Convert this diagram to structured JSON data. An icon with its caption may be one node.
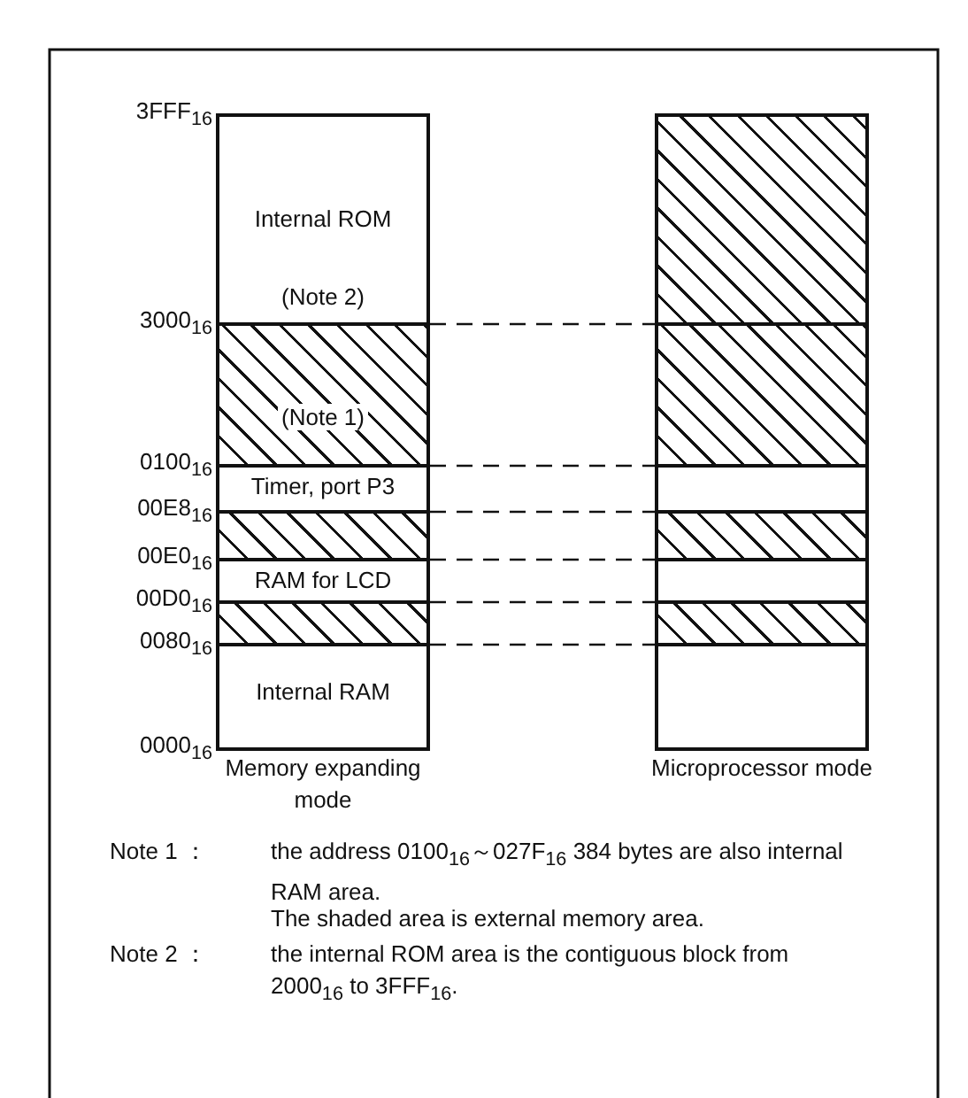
{
  "diagram": {
    "nodes": [
      {
        "text": [
          "Internal ROM",
          "(Note 2)"
        ]
      },
      {
        "text": [
          "(Note 1)"
        ]
      },
      {
        "text": [
          "Timer, port P3"
        ]
      },
      {
        "text": [],
        "shape": "box"
      },
      {
        "text": [
          "RAM for LCD"
        ]
      },
      {
        "text": [],
        "shape": "box"
      },
      {
        "text": [
          "Internal RAM"
        ],
        "beside": [
          "Memory expanding mode"
        ]
      },
      {
        "text": [],
        "shape": "box"
      },
      {
        "text": [],
        "shape": "box"
      },
      {
        "text": [],
        "shape": "box"
      },
      {
        "text": [],
        "shape": "box"
      },
      {
        "text": [],
        "shape": "box"
      },
      {
        "text": [],
        "shape": "box"
      },
      {
        "text": [],
        "shape": "box",
        "beside": [
          "Microprocessor mode"
        ]
      }
    ],
    "edges": [
      {
        "from": 1,
        "to": 8,
        "arrow": "none",
        "style": "dashed"
      },
      {
        "from": 2,
        "to": 9,
        "arrow": "none",
        "style": "dashed"
      },
      {
        "from": 3,
        "to": 10,
        "arrow": "none",
        "style": "dashed"
      },
      {
        "from": 4,
        "to": 11,
        "arrow": "none",
        "style": "dashed"
      },
      {
        "from": 5,
        "to": 12,
        "arrow": "none",
        "style": "dashed"
      },
      {
        "from": 6,
        "to": 13,
        "arrow": "none",
        "style": "dashed"
      }
    ],
    "labels": [
      "3FFF$_{16}$",
      "3000$_{16}$",
      "0100$_{16}$",
      "00E8$_{16}$",
      "00E0$_{16}$",
      "00D0$_{16}$",
      "0080$_{16}$",
      "0000$_{16}$",
      "Note 1 ：",
      "the address 0100$_{16}$～027F$_{16}$ 384 bytes are also internal RAM area.",
      "The shaded area is external memory area.",
      "Note 2 ：",
      "the internal ROM area is the contiguous block from 2000$_{16}$ to 3FFF$_{16}$."
    ]
  }
}
